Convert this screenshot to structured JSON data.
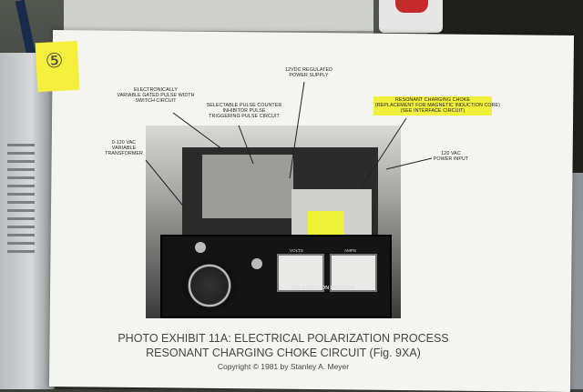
{
  "annotations": {
    "ac_line": "120 VAC\nPOWER INPUT",
    "supply": "12VDC REGULATED\nPOWER SUPPLY",
    "choke": "RESONANT CHARGING CHOKE\n(REPLACEMENT FOR MAGNETIC INDUCTION CORE)\n(SEE INTERFACE CIRCUIT)",
    "counter": "SELECTABLE PULSE COUNTER\nINHIBITOR PULSE\nTRIGGERING PULSE CIRCUIT",
    "pulse": "ELECTRONICALLY\nVARIABLE GATED PULSE WIDTH\nSWITCH CIRCUIT",
    "transformer": "0-120 VAC\nVARIABLE\nTRANSFORMER"
  },
  "panel": {
    "title": "POLARIZATION PROCESS",
    "volts": "VOLTS",
    "amps": "AMPS"
  },
  "caption": {
    "line1": "PHOTO EXHIBIT 11A: ELECTRICAL POLARIZATION PROCESS",
    "line2": "RESONANT CHARGING CHOKE CIRCUIT (Fig. 9XA)",
    "line3": "Copyright © 1981 by Stanley A. Meyer"
  },
  "colors": {
    "highlight": "#f1f03a",
    "paper": "#f4f4f1"
  }
}
